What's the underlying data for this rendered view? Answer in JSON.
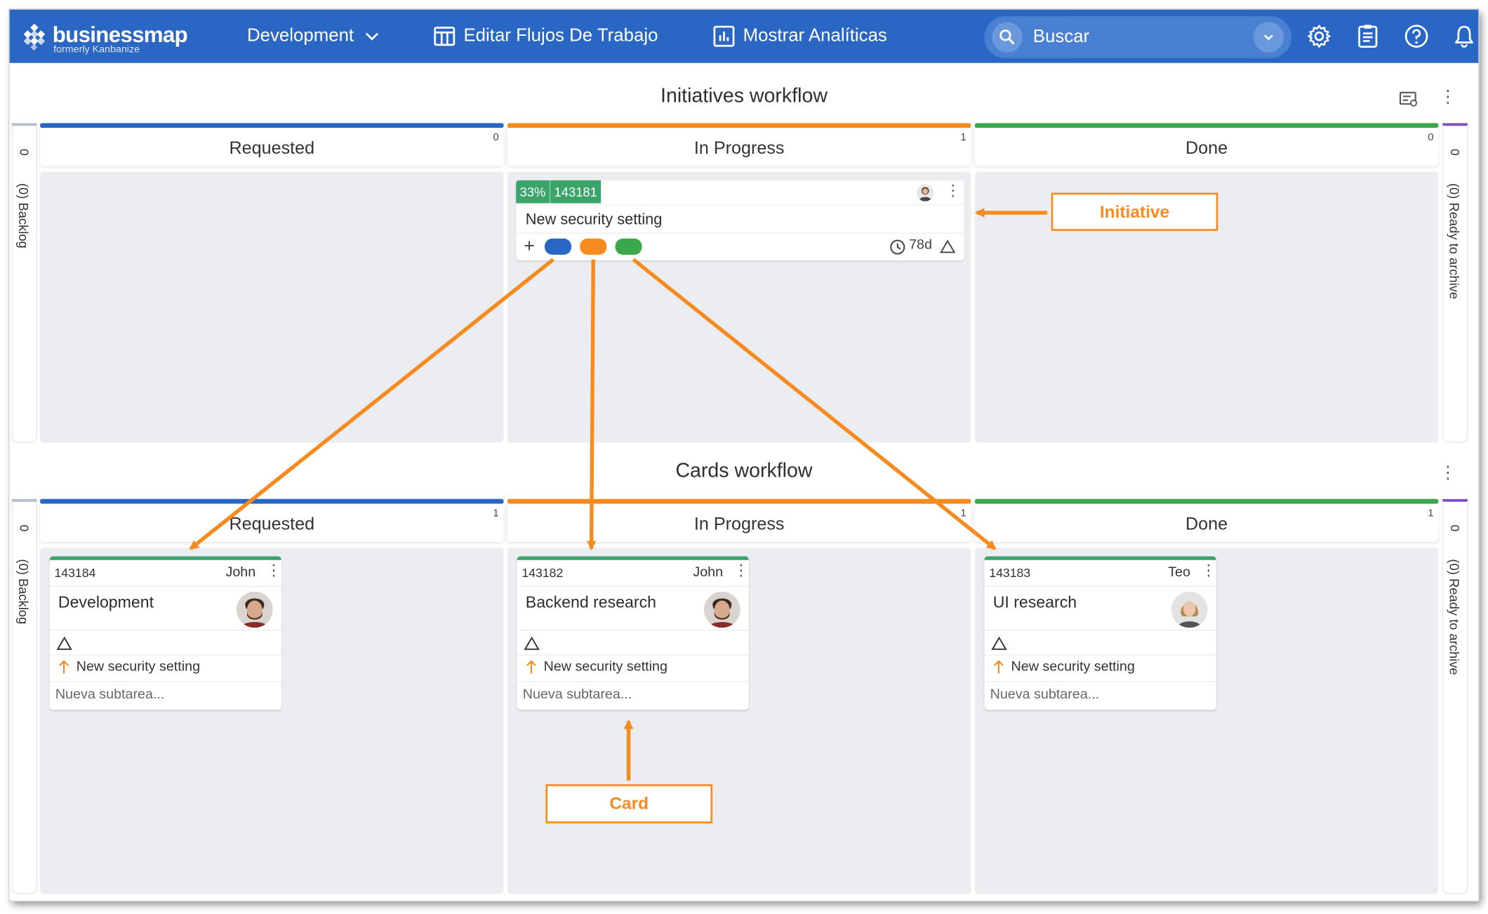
{
  "app": {
    "brand": "businessmap",
    "brand_sub": "formerly Kanbanize",
    "board_selector": "Development",
    "edit_workflows": "Editar Flujos De Trabajo",
    "show_analytics": "Mostrar Analíticas",
    "search_placeholder": "Buscar"
  },
  "colors": {
    "topbar": "#2a67c4",
    "requested": "#2a67c4",
    "in_progress": "#f68b1f",
    "done": "#3aa84a",
    "archive": "#7b4fc9",
    "annotation": "#f68b1f",
    "card_strip": "#3aa46b"
  },
  "initiatives": {
    "title": "Initiatives workflow",
    "backlog": {
      "count": "0",
      "label": "(0) Backlog"
    },
    "archive": {
      "count": "0",
      "label": "(0) Ready to archive"
    },
    "columns": [
      {
        "name": "Requested",
        "wip": "0"
      },
      {
        "name": "In Progress",
        "wip": "1"
      },
      {
        "name": "Done",
        "wip": "0"
      }
    ],
    "card": {
      "progress": "33%",
      "id": "143181",
      "title": "New security setting",
      "add": "+",
      "age": "78d"
    }
  },
  "cards_workflow": {
    "title": "Cards workflow",
    "backlog": {
      "count": "0",
      "label": "(0) Backlog"
    },
    "archive": {
      "count": "0",
      "label": "(0) Ready to archive"
    },
    "columns": [
      {
        "name": "Requested",
        "wip": "1"
      },
      {
        "name": "In Progress",
        "wip": "1"
      },
      {
        "name": "Done",
        "wip": "1"
      }
    ],
    "cards": [
      {
        "id": "143184",
        "owner": "John",
        "title": "Development",
        "parent": "New security setting",
        "subtask": "Nueva subtarea..."
      },
      {
        "id": "143182",
        "owner": "John",
        "title": "Backend research",
        "parent": "New security setting",
        "subtask": "Nueva subtarea..."
      },
      {
        "id": "143183",
        "owner": "Teo",
        "title": "UI research",
        "parent": "New security setting",
        "subtask": "Nueva subtarea..."
      }
    ]
  },
  "annotations": {
    "initiative": "Initiative",
    "card": "Card"
  }
}
